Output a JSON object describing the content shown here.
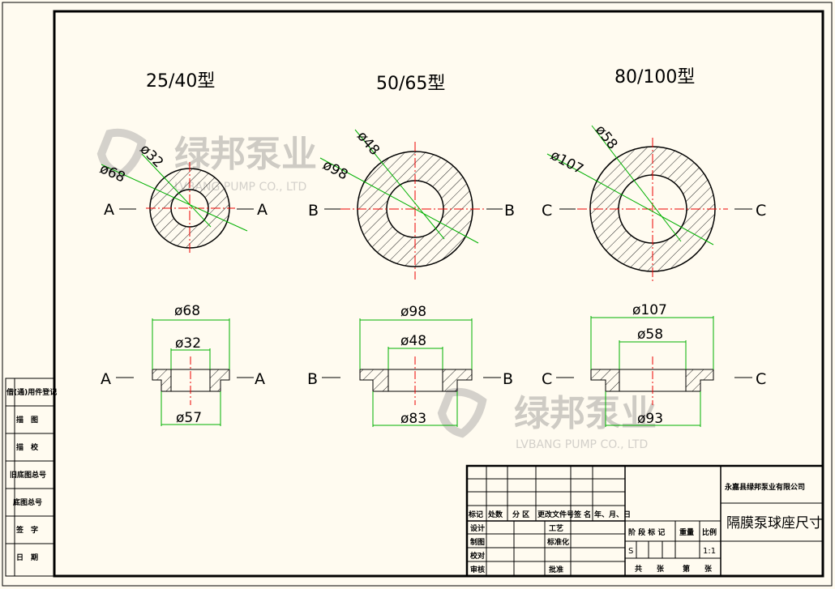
{
  "drawing": {
    "views": [
      {
        "model": "25/40型",
        "section": "A",
        "outer_dia": "ø68",
        "inner_dia": "ø32",
        "flange_dia": "ø68",
        "bore_dia": "ø32",
        "bottom_dia": "ø57"
      },
      {
        "model": "50/65型",
        "section": "B",
        "outer_dia": "ø98",
        "inner_dia": "ø48",
        "flange_dia": "ø98",
        "bore_dia": "ø48",
        "bottom_dia": "ø83"
      },
      {
        "model": "80/100型",
        "section": "C",
        "outer_dia": "ø107",
        "inner_dia": "ø58",
        "flange_dia": "ø107",
        "bore_dia": "ø58",
        "bottom_dia": "ø93"
      }
    ],
    "watermark": {
      "brand": "绿邦泵业",
      "brand_en": "LVBANG PUMP CO., LTD"
    }
  },
  "left_panel": {
    "labels": [
      "借(通)用件登记",
      "描　图",
      "描　校",
      "旧底图总号",
      "底图总号",
      "签　字",
      "日　期"
    ]
  },
  "title_block": {
    "company": "永嘉县绿邦泵业有限公司",
    "drawing_title": "隔膜泵球座尺寸",
    "rev_headers": [
      "标记",
      "处数",
      "分 区",
      "更改文件号",
      "签 名",
      "年、月、日"
    ],
    "roles": [
      "设计",
      "制图",
      "校对",
      "审核"
    ],
    "roles2": [
      "工艺",
      "标准化",
      "",
      "批准"
    ],
    "stage_label": "阶 段 标 记",
    "weight_label": "重量",
    "scale_label": "比例",
    "stage_value": "S",
    "scale_value": "1:1",
    "total_label": "共　　张",
    "sheet_label": "第　　张"
  }
}
